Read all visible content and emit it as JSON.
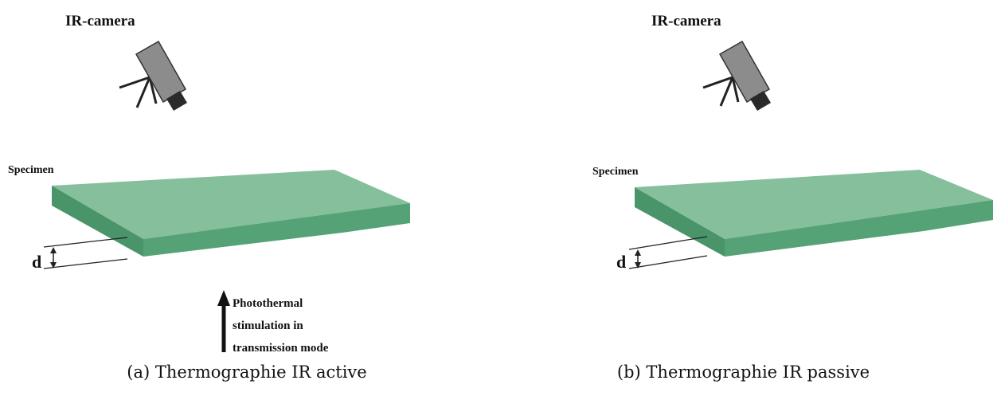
{
  "panel_a": {
    "camera_label": "IR-camera",
    "specimen_label": "Specimen",
    "thickness_label": "d",
    "stimulation_lines": [
      "Photothermal",
      "stimulation in",
      "transmission mode"
    ],
    "caption": "(a) Thermographie IR active"
  },
  "panel_b": {
    "camera_label": "IR-camera",
    "specimen_label": "Specimen",
    "thickness_label": "d",
    "caption": "(b) Thermographie IR passive"
  },
  "colors": {
    "specimen_top": "#85bf9c",
    "specimen_front": "#54a276",
    "specimen_side": "#4a946a",
    "camera_body": "#8c8c8c",
    "camera_lens": "#2a2a2a"
  }
}
